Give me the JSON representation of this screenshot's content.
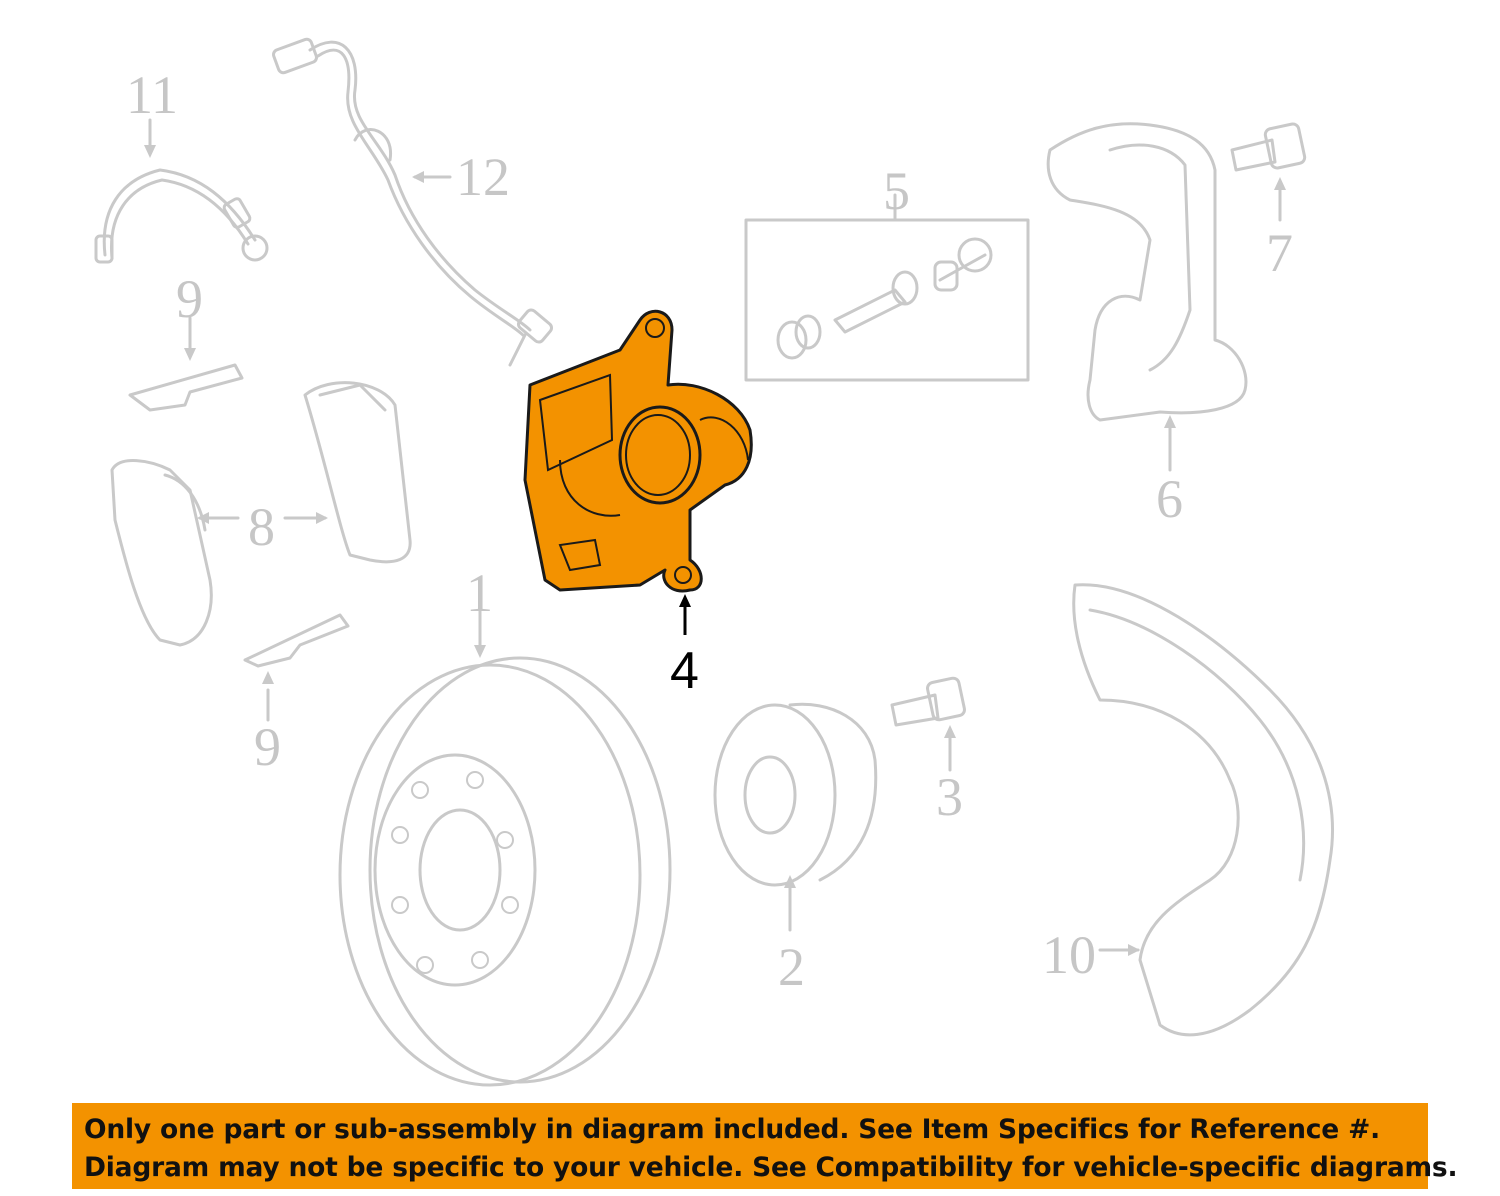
{
  "diagram": {
    "callouts": [
      {
        "id": "c11",
        "label": "11"
      },
      {
        "id": "c12",
        "label": "12"
      },
      {
        "id": "c5",
        "label": "5"
      },
      {
        "id": "c7",
        "label": "7"
      },
      {
        "id": "c9a",
        "label": "9"
      },
      {
        "id": "c8",
        "label": "8"
      },
      {
        "id": "c6",
        "label": "6"
      },
      {
        "id": "c4",
        "label": "4"
      },
      {
        "id": "c1",
        "label": "1"
      },
      {
        "id": "c9b",
        "label": "9"
      },
      {
        "id": "c3",
        "label": "3"
      },
      {
        "id": "c2",
        "label": "2"
      },
      {
        "id": "c10",
        "label": "10"
      }
    ],
    "highlighted_part": "4",
    "highlight_color": "#f39200",
    "ghost_color": "#c9c9c9"
  },
  "banner": {
    "line1": "Only one part or sub-assembly in diagram included. See Item Specifics for Reference #.",
    "line2": "Diagram may not be specific to your vehicle. See Compatibility for vehicle-specific diagrams.",
    "background": "#f39200"
  }
}
